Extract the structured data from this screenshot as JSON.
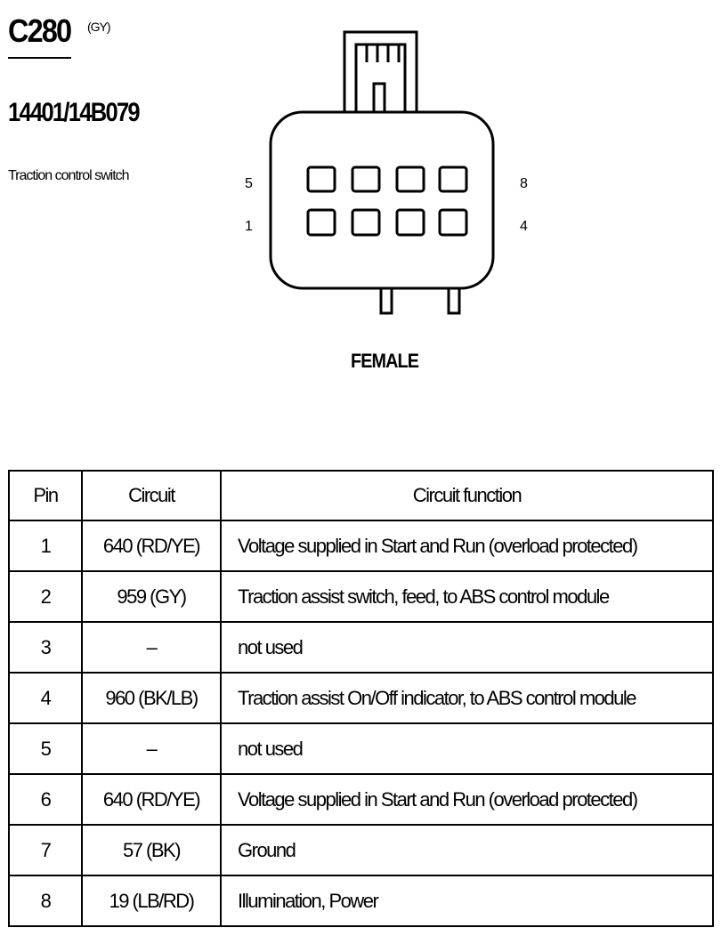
{
  "connector": {
    "id": "C280",
    "color": "(GY)",
    "part_number": "14401/14B079",
    "component": "Traction control switch",
    "gender": "FEMALE"
  },
  "diagram": {
    "pin_labels": {
      "top_left": "5",
      "top_right": "8",
      "bottom_left": "1",
      "bottom_right": "4"
    }
  },
  "table": {
    "headers": [
      "Pin",
      "Circuit",
      "Circuit function"
    ],
    "rows": [
      {
        "pin": "1",
        "circuit": "640 (RD/YE)",
        "function": "Voltage supplied in Start and Run (overload protected)"
      },
      {
        "pin": "2",
        "circuit": "959 (GY)",
        "function": "Traction assist switch, feed, to ABS control module"
      },
      {
        "pin": "3",
        "circuit": "–",
        "function": "not used"
      },
      {
        "pin": "4",
        "circuit": "960 (BK/LB)",
        "function": "Traction assist On/Off indicator, to ABS control module"
      },
      {
        "pin": "5",
        "circuit": "–",
        "function": "not used"
      },
      {
        "pin": "6",
        "circuit": "640 (RD/YE)",
        "function": "Voltage supplied in Start and Run (overload protected)"
      },
      {
        "pin": "7",
        "circuit": "57 (BK)",
        "function": "Ground"
      },
      {
        "pin": "8",
        "circuit": "19 (LB/RD)",
        "function": "Illumination, Power"
      }
    ]
  }
}
